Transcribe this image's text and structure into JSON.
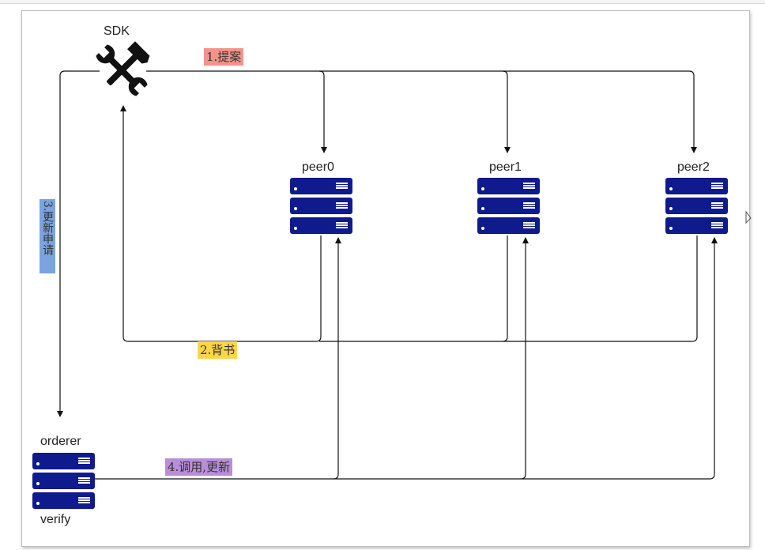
{
  "nodes": {
    "sdk": "SDK",
    "peer0": "peer0",
    "peer1": "peer1",
    "peer2": "peer2",
    "orderer": "orderer",
    "verify": "verify"
  },
  "edges": {
    "propose": "1.提案",
    "endorse": "2.背书",
    "update_request": "3.更新申请",
    "invoke_update": "4.调用,更新"
  },
  "colors": {
    "server": "#0f1a8c",
    "propose_tag": "#f4938a",
    "endorse_tag": "#ffd54a",
    "update_request_tag": "#7aa3e0",
    "invoke_update_tag": "#b98ed6"
  },
  "icons": {
    "sdk": "tools-icon",
    "server": "server-icon"
  }
}
